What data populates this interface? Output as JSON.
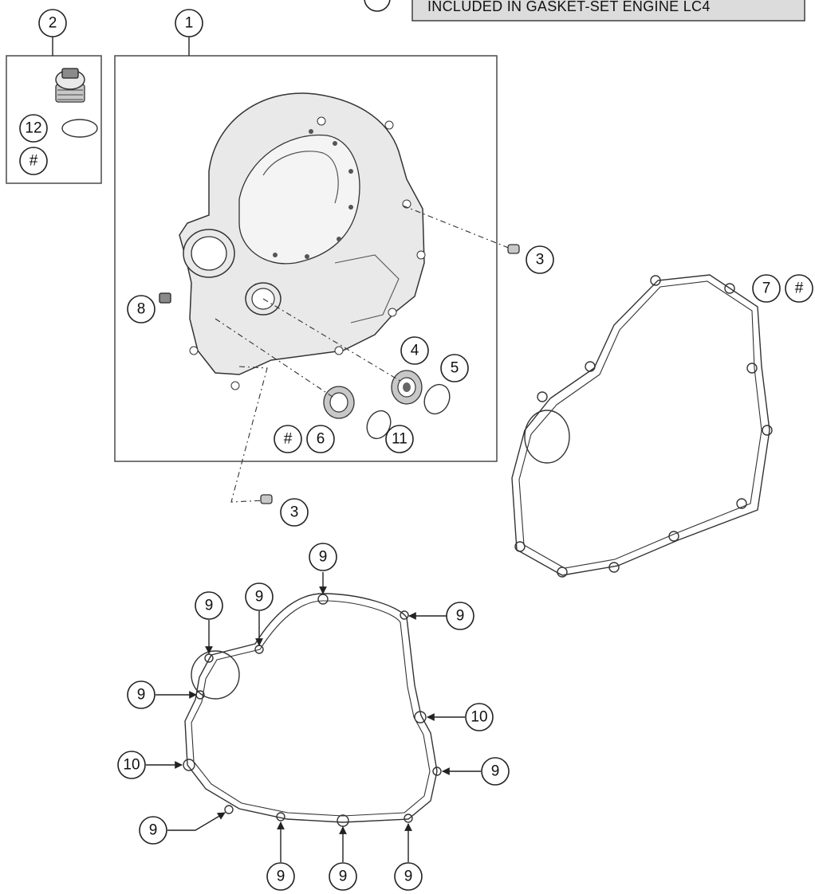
{
  "note": {
    "text": "INCLUDED IN GASKET-SET ENGINE LC4"
  },
  "callouts": {
    "c1": "1",
    "c2": "2",
    "c3a": "3",
    "c3b": "3",
    "c4": "4",
    "c5": "5",
    "c6": "6",
    "c6_hash": "#",
    "c7": "7",
    "c7_hash": "#",
    "c8": "8",
    "c11": "11",
    "c12": "12",
    "c12_hash": "#",
    "g9_top": "9",
    "g9_upper_left": "9",
    "g9_upper_mid": "9",
    "g9_right_top": "9",
    "g10_right": "10",
    "g9_left": "9",
    "g10_left": "10",
    "g9_right_low": "9",
    "g9_bottom_left": "9",
    "g9_bottom_1": "9",
    "g9_bottom_2": "9",
    "g9_bottom_3": "9"
  }
}
